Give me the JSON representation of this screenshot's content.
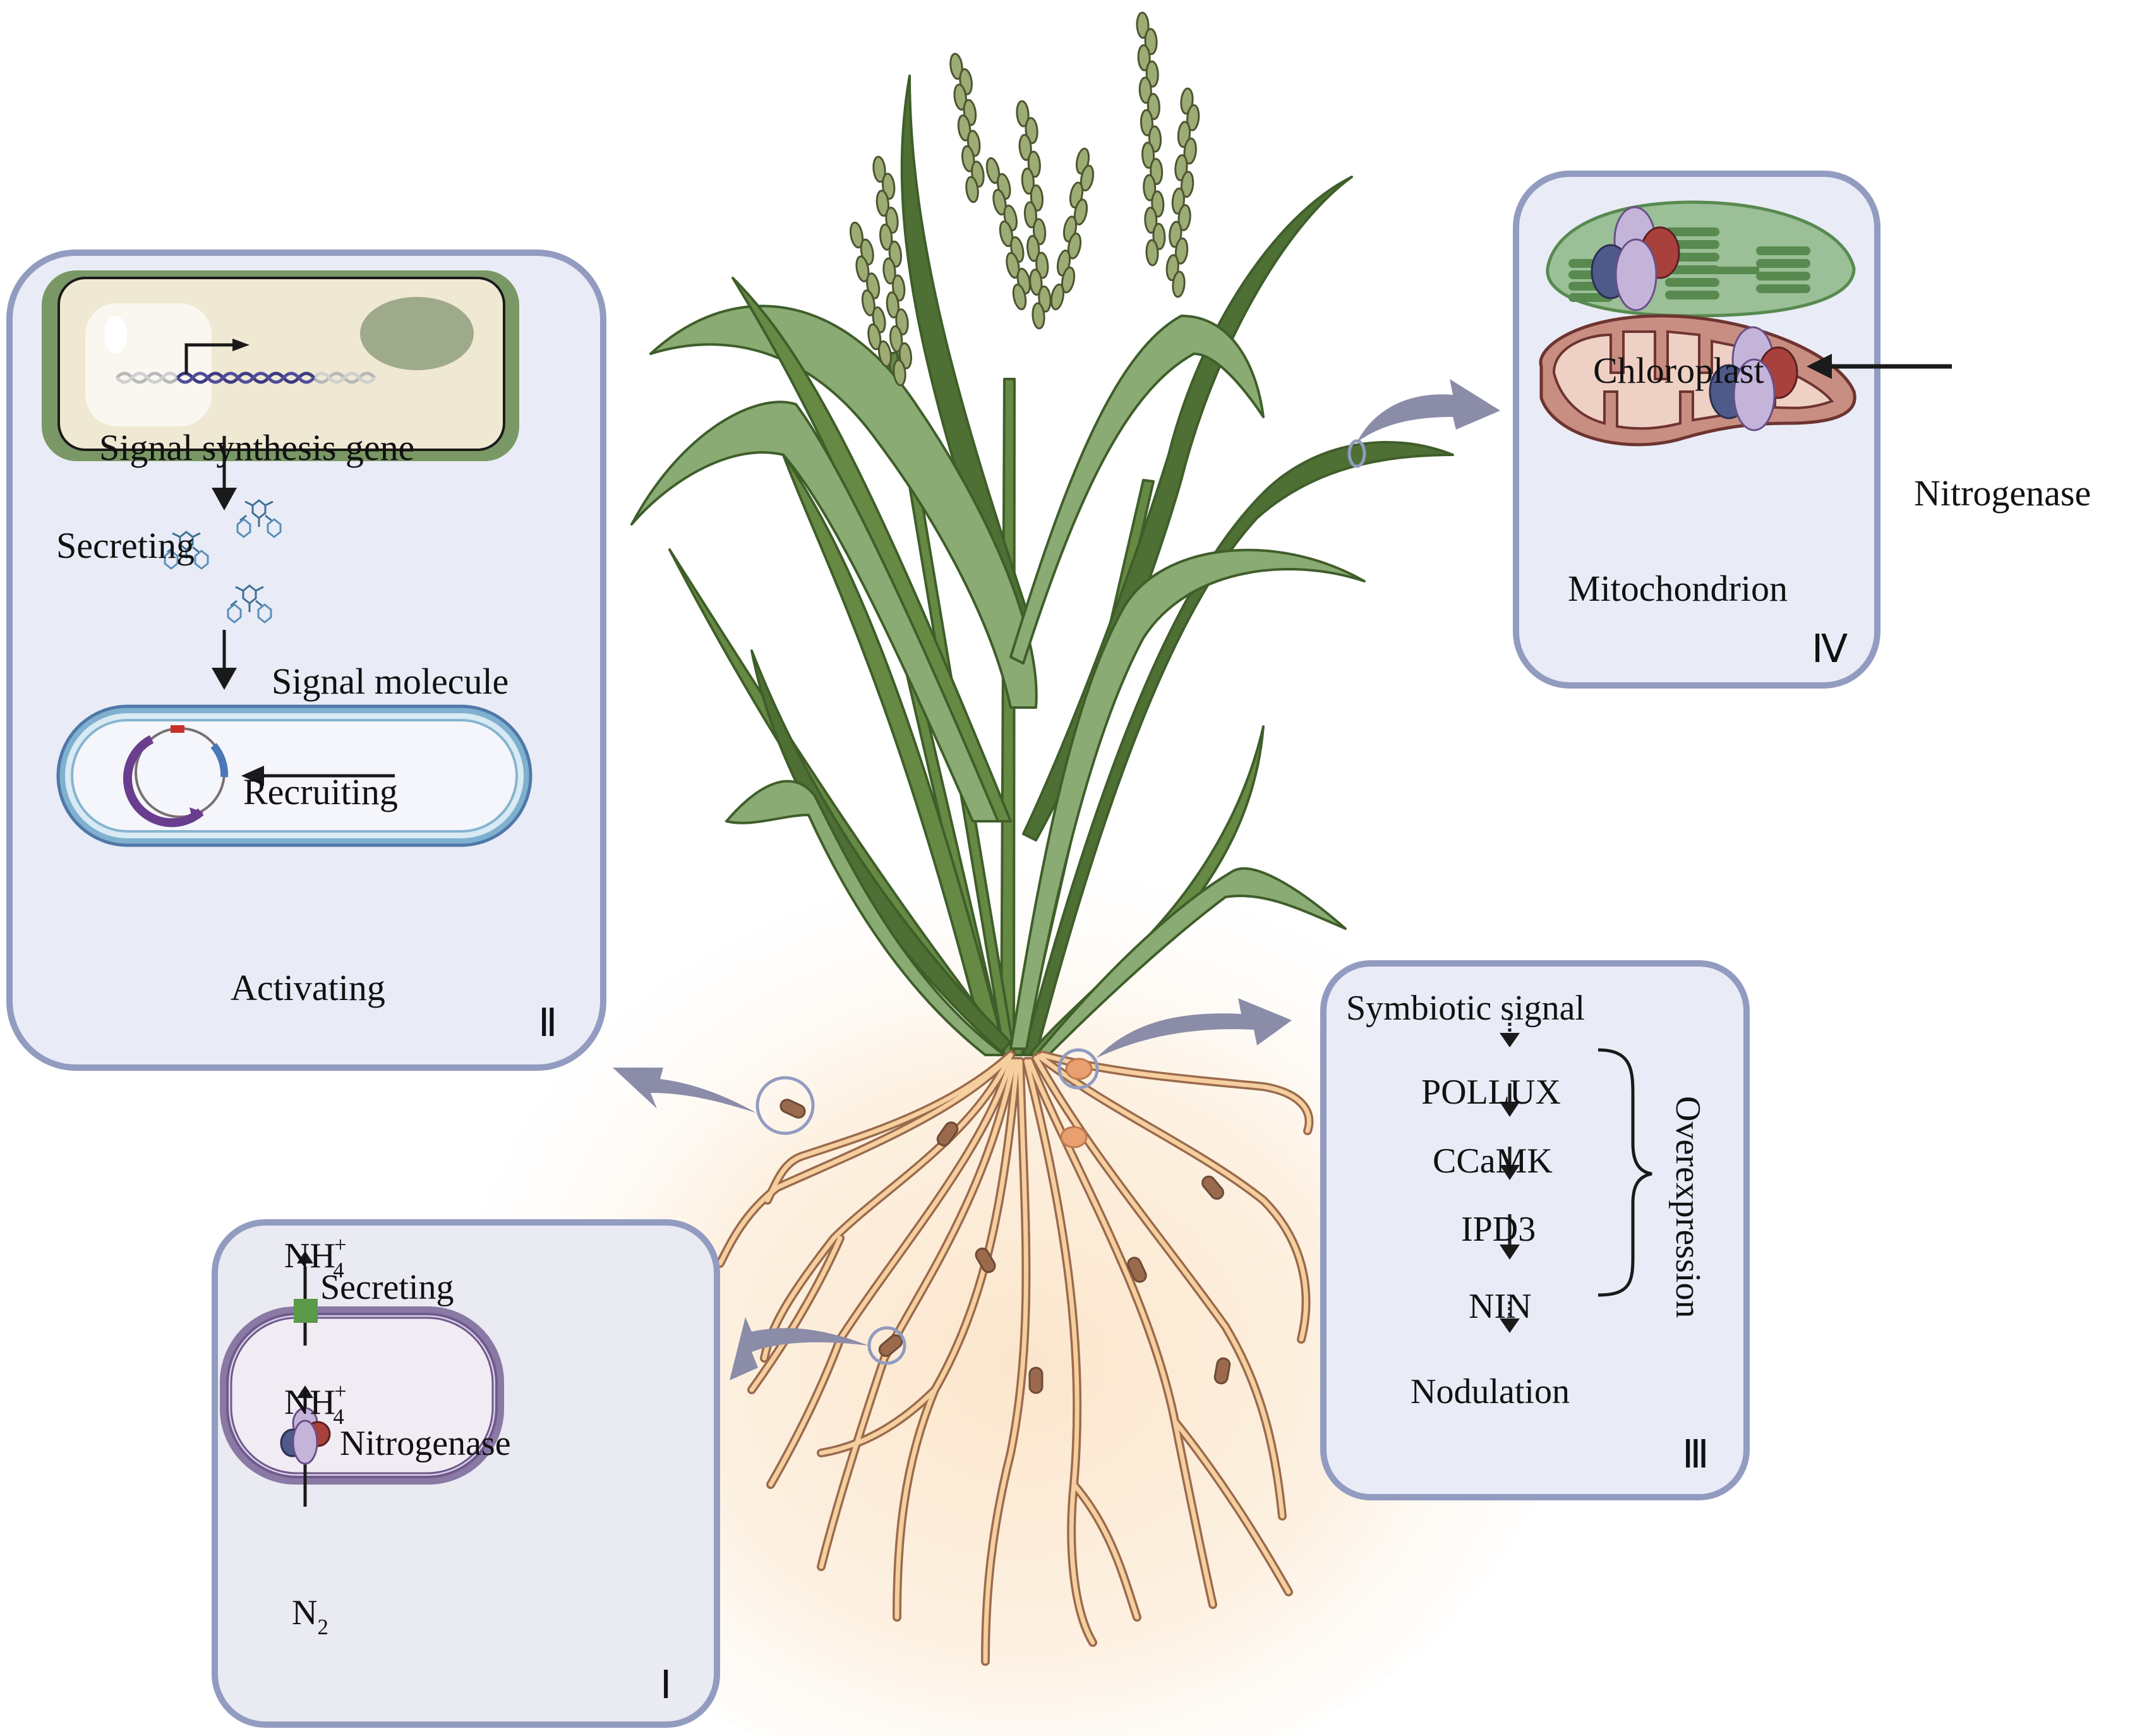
{
  "figure": {
    "description": "Strategies for engineering nitrogen fixation in cereal crops",
    "colors": {
      "panel_fill": "#e9ecf6",
      "panel_border": "#929bc0",
      "callout_arrow": "#8a8ca8",
      "leaf_dark": "#4e7034",
      "leaf_mid": "#668a44",
      "leaf_light": "#8aab74",
      "root_fill": "#f6cf9f",
      "root_stroke": "#9b6a4d",
      "nitrogenase_blue": "#4e5a8a",
      "nitrogenase_lilac": "#c4b4da",
      "nitrogenase_red": "#a8403c",
      "transporter_green": "#5a9a48"
    }
  },
  "panel_II": {
    "roman": "Ⅱ",
    "gene_label": "Signal synthesis gene",
    "step1": "Secreting",
    "molecule_label": "Signal molecule",
    "step2": "Recruiting",
    "step3": "Activating"
  },
  "panel_IV": {
    "roman": "Ⅳ",
    "organelle1": "Chloroplast",
    "organelle2": "Mitochondrion",
    "pointer_label": "Nitrogenase"
  },
  "panel_III": {
    "roman": "Ⅲ",
    "start": "Symbiotic signal",
    "genes": [
      "POLLUX",
      "CCaMK",
      "IPD3",
      "NIN"
    ],
    "end": "Nodulation",
    "bracket_label": "Overexpression"
  },
  "panel_I": {
    "roman": "Ⅰ",
    "product_out": "NH",
    "product_out_sub": "4",
    "product_out_sup": "+",
    "step": "Secreting",
    "product_in": "NH",
    "product_in_sub": "4",
    "product_in_sup": "+",
    "enzyme_label": "Nitrogenase",
    "substrate": "N",
    "substrate_sub": "2"
  }
}
